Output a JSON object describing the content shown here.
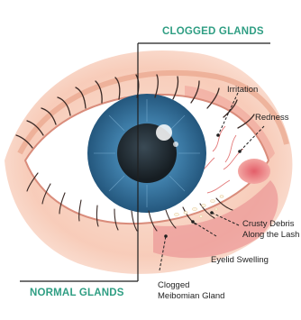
{
  "headings": {
    "top": "CLOGGED GLANDS",
    "bottom": "NORMAL GLANDS"
  },
  "callouts": {
    "irritation": "Irritation",
    "redness": "Redness",
    "crusty_line1": "Crusty Debris",
    "crusty_line2": "Along the Lash",
    "eyelid_swelling": "Eyelid Swelling",
    "clogged_line1": "Clogged",
    "clogged_line2": "Meibomian Gland"
  },
  "colors": {
    "heading": "#2f9e83",
    "iris": "#3e7da8",
    "skin": "#f6c3ad",
    "inflamed": "#e8868a",
    "line": "#1f1f1f"
  }
}
